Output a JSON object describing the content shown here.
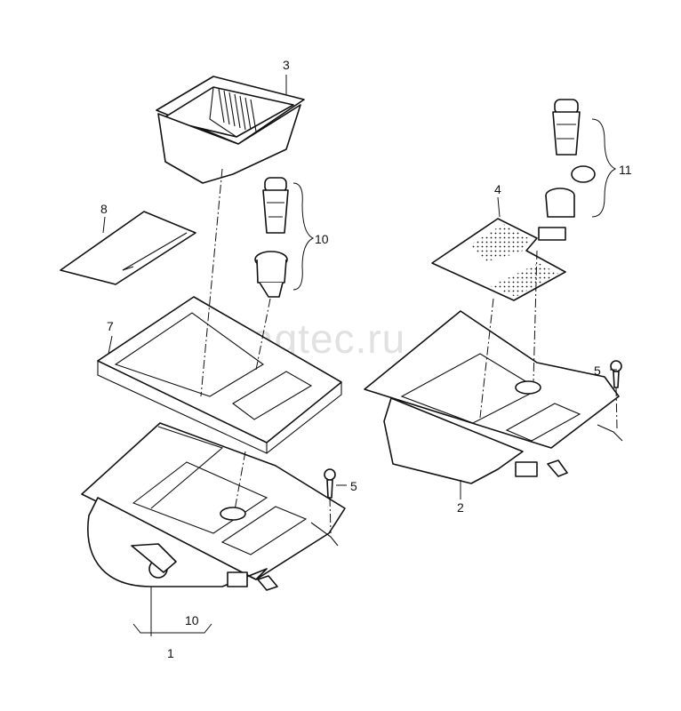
{
  "watermark": "vagtec.ru",
  "callouts": {
    "c1": "1",
    "c2": "2",
    "c3": "3",
    "c4": "4",
    "c5a": "5",
    "c5b": "5",
    "c7": "7",
    "c8": "8",
    "c10a": "10",
    "c10b": "10",
    "c11": "11"
  }
}
